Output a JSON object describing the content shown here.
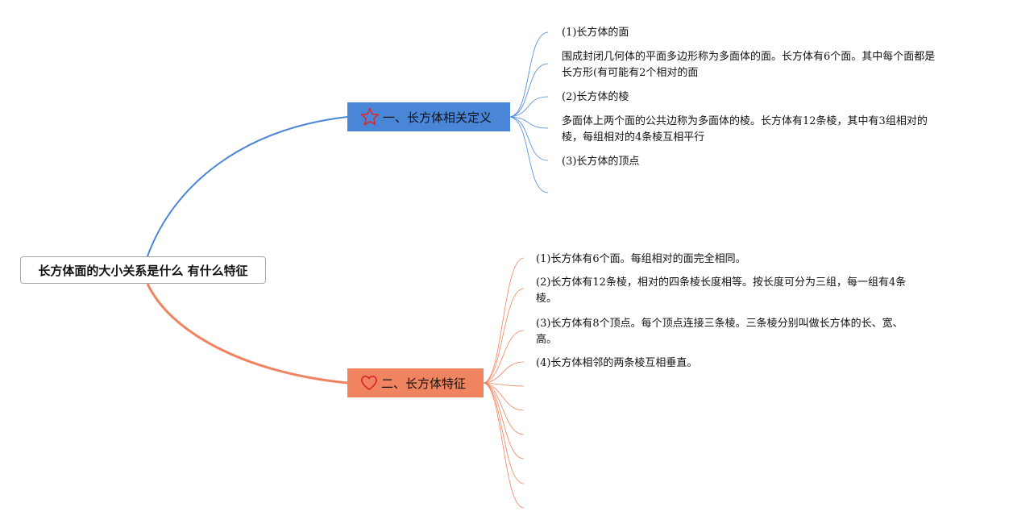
{
  "root": {
    "title": "长方体面的大小关系是什么 有什么特征"
  },
  "branch1": {
    "label": "一、长方体相关定义",
    "icon": "star-icon",
    "color": "#4a86d8",
    "items": [
      "(1)长方体的面",
      "围成封闭几何体的平面多边形称为多面体的面。长方体有6个面。其中每个面都是",
      "长方形(有可能有2个相对的面",
      "(2)长方体的棱",
      "多面体上两个面的公共边称为多面体的棱。长方体有12条棱，其中有3组相对的",
      "棱，每组相对的4条棱互相平行",
      "(3)长方体的顶点"
    ]
  },
  "branch2": {
    "label": "二、长方体特征",
    "icon": "heart-icon",
    "color": "#f08460",
    "items": [
      "(1)长方体有6个面。每组相对的面完全相同。",
      "(2)长方体有12条棱，相对的四条棱长度相等。按长度可分为三组，每一组有4条",
      "棱。",
      "(3)长方体有8个顶点。每个顶点连接三条棱。三条棱分别叫做长方体的长、宽、",
      "高。",
      "(4)长方体相邻的两条棱互相垂直。"
    ]
  }
}
